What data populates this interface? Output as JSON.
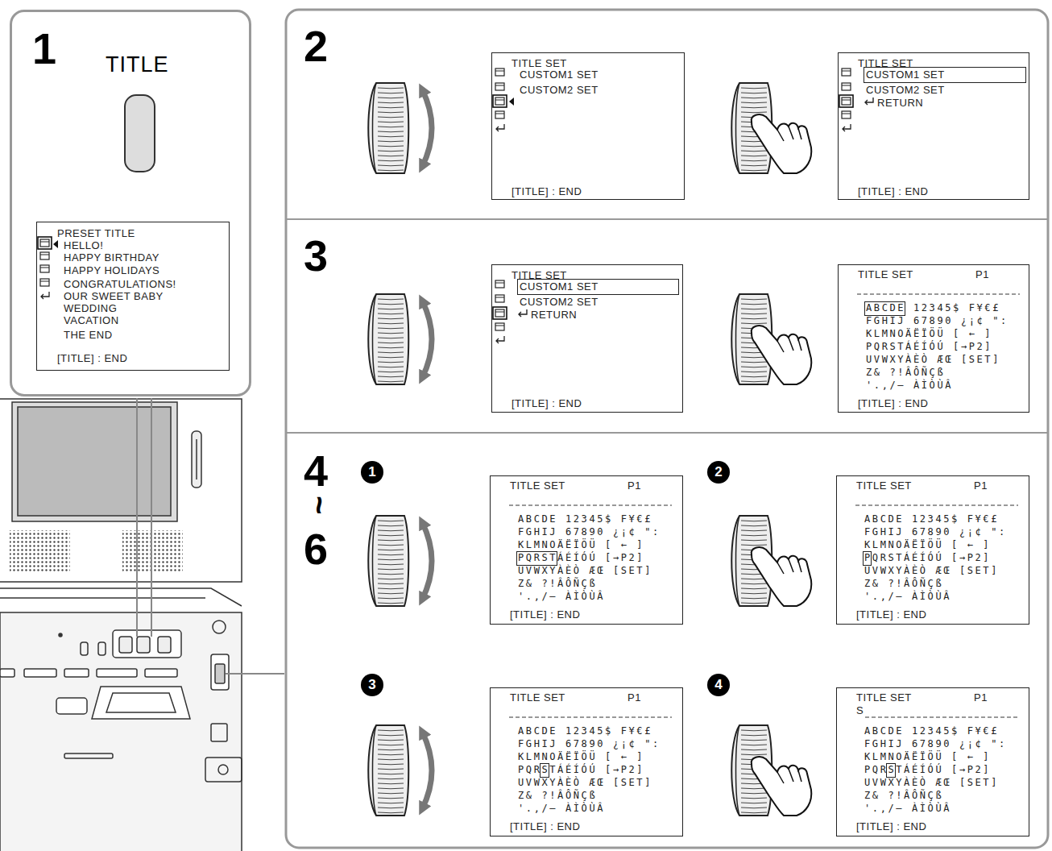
{
  "diagram": {
    "nodes": [
      {
        "text": [
          "1",
          "TITLE"
        ]
      },
      {
        "text": [
          "PRESET TITLE",
          "HELLO!",
          "HAPPY BIRTHDAY",
          "HAPPY HOLIDAYS",
          "CONGRATULATIONS!",
          "OUR SWEET BABY",
          "WEDDING",
          "VACATION",
          "THE END",
          "[TITLE] : END"
        ],
        "in": 0
      },
      {
        "text": [
          "2"
        ]
      },
      {
        "text": [
          "TITLE SET",
          "CUSTOM1 SET",
          "CUSTOM2 SET",
          "[TITLE] : END"
        ],
        "in": 2
      },
      {
        "text": [
          "TITLE SET",
          "CUSTOM1 SET",
          "CUSTOM2 SET",
          "RETURN",
          "[TITLE] : END"
        ],
        "in": 2
      },
      {
        "text": [
          "3"
        ]
      },
      {
        "text": [
          "TITLE SET",
          "CUSTOM1 SET",
          "CUSTOM2 SET",
          "RETURN",
          "[TITLE] : END"
        ],
        "in": 5
      },
      {
        "text": [
          "TITLE SET",
          "P1",
          "ABCDE 12345$ F¥€£",
          "FGHIJ 67890 ¿¡¢ \":",
          "KLMNOÄËÏÖÜ [ ← ]",
          "PQRSTÁÉÍÓÚ [→P2]",
          "UVWXYÀÈÒ ÆŒ [SET]",
          "Z& ?!ÂÔÑÇß",
          "'.,/– ÀÌÒÙÂ",
          "[TITLE] : END"
        ],
        "in": 5
      },
      {
        "text": [
          "4",
          "~",
          "6"
        ]
      },
      {
        "text": [
          "TITLE SET",
          "P1",
          "ABCDE 12345$ F¥€£",
          "FGHIJ 67890 ¿¡¢ \":",
          "KLMNOÄËÏÖÜ [ ← ]",
          "PQRSTÁÉÍÓÚ [→P2]",
          "UVWXYÀÈÒ ÆŒ [SET]",
          "Z& ?!ÂÔÑÇß",
          "'.,/– ÀÌÒÙÂ",
          "[TITLE] : END"
        ],
        "in": 8
      },
      {
        "text": [
          "TITLE SET",
          "P1",
          "ABCDE 12345$ F¥€£",
          "FGHIJ 67890 ¿¡¢ \":",
          "KLMNOÄËÏÖÜ [ ← ]",
          "PQRSTÁÉÍÓÚ [→P2]",
          "UVWXYÀÈÒ ÆŒ [SET]",
          "Z& ?!ÂÔÑÇß",
          "'.,/– ÀÌÒÙÂ",
          "[TITLE] : END"
        ],
        "in": 8
      },
      {
        "text": [
          "TITLE SET",
          "P1",
          "ABCDE 12345$ F¥€£",
          "FGHIJ 67890 ¿¡¢ \":",
          "KLMNOÄËÏÖÜ [ ← ]",
          "PQRSTÁÉÍÓÚ [→P2]",
          "UVWXYÀÈÒ ÆŒ [SET]",
          "Z& ?!ÂÔÑÇß",
          "'.,/– ÀÌÒÙÂ",
          "[TITLE] : END"
        ],
        "in": 8
      },
      {
        "text": [
          "TITLE SET",
          "P1",
          "S",
          "ABCDE 12345$ F¥€£",
          "FGHIJ 67890 ¿¡¢ \":",
          "KLMNOÄËÏÖÜ [ ← ]",
          "PQRSTÁÉÍÓÚ [→P2]",
          "UVWXYÀÈÒ ÆŒ [SET]",
          "Z& ?!ÂÔÑÇß",
          "'.,/– ÀÌÒÙÂ",
          "[TITLE] : END"
        ],
        "in": 8
      }
    ],
    "labels": [
      "1",
      "2",
      "3",
      "4"
    ]
  }
}
